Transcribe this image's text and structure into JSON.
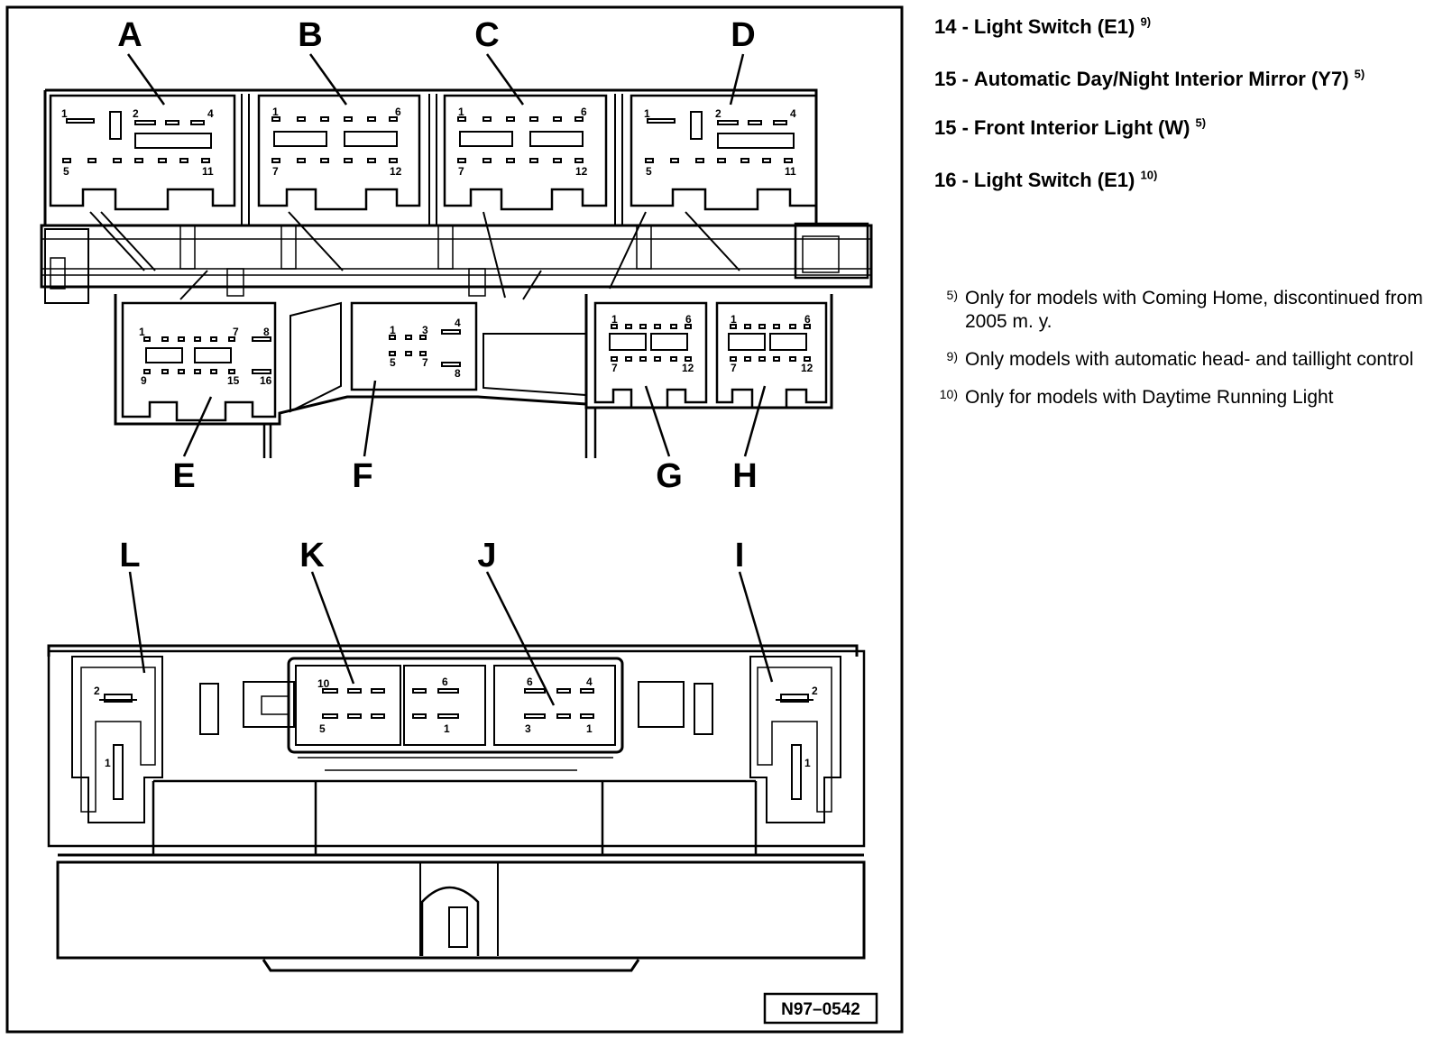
{
  "connectors": {
    "A": "A",
    "B": "B",
    "C": "C",
    "D": "D",
    "E": "E",
    "F": "F",
    "G": "G",
    "H": "H",
    "I": "I",
    "J": "J",
    "K": "K",
    "L": "L"
  },
  "reference_code": "N97–0542",
  "legend": [
    {
      "num": "14 -",
      "text": "Light Switch (E1)",
      "note": "9)"
    },
    {
      "num": "15 -",
      "text": "Automatic Day/Night Interior Mirror (Y7)",
      "note": "5)"
    },
    {
      "num": "15 -",
      "text": "Front Interior Light (W)",
      "note": "5)"
    },
    {
      "num": "16 -",
      "text": "Light Switch (E1)",
      "note": "10)"
    }
  ],
  "footnotes": [
    {
      "mark": "5)",
      "text": "Only for models with Coming Home, discontinued from 2005 m. y."
    },
    {
      "mark": "9)",
      "text": "Only models with automatic head- and taillight control"
    },
    {
      "mark": "10)",
      "text": "Only for models with Daytime Running Light"
    }
  ]
}
